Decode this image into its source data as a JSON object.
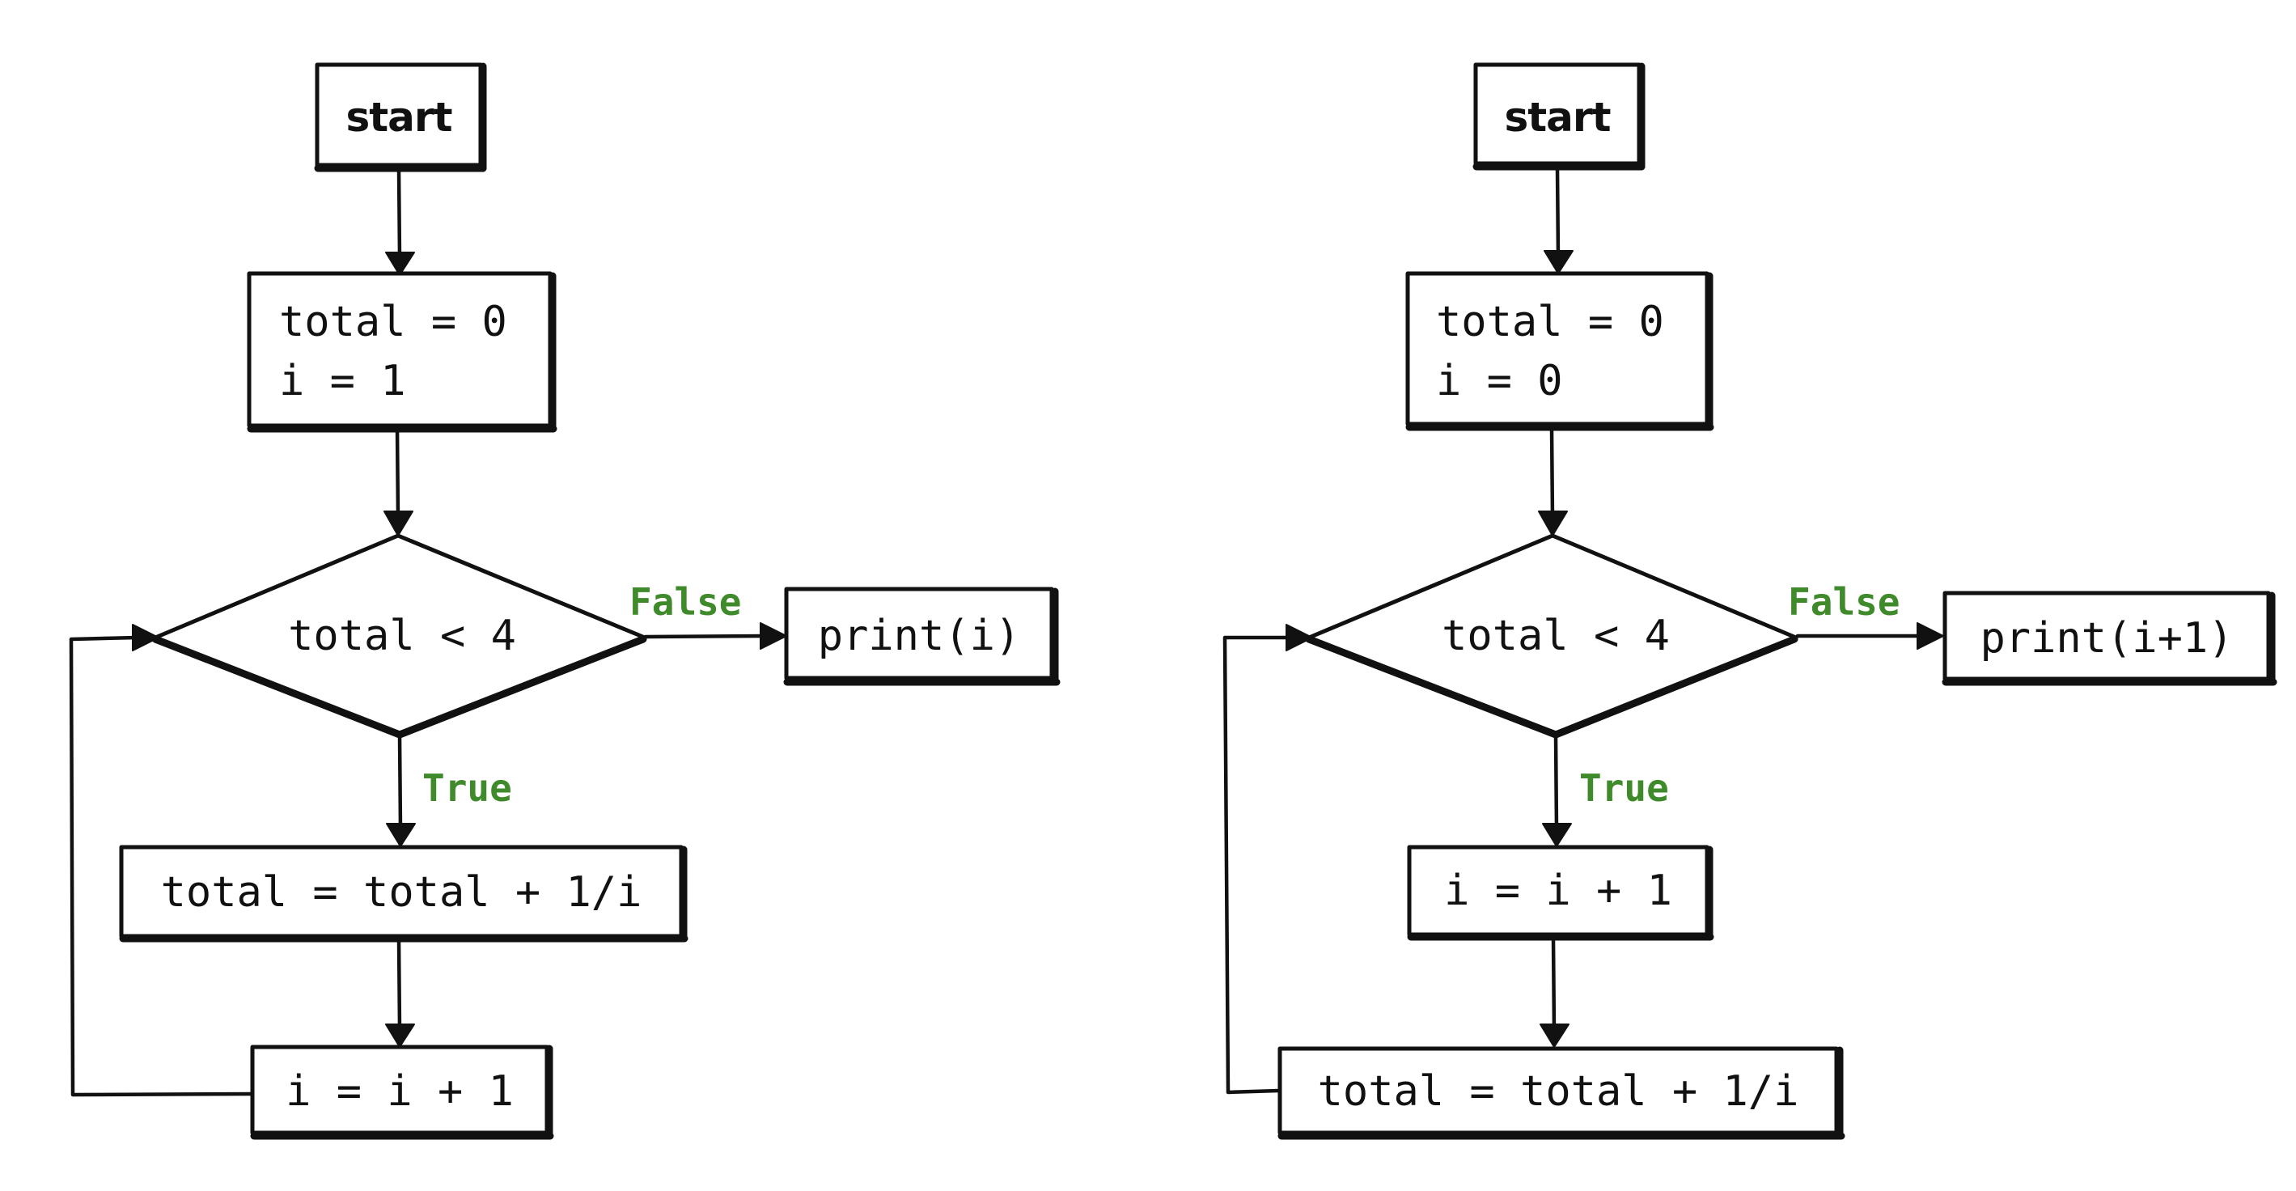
{
  "colors": {
    "ink": "#111111",
    "branch_label": "#3f8a2a",
    "background": "#ffffff"
  },
  "flowcharts": [
    {
      "start": "start",
      "init": [
        "total = 0",
        "i = 1"
      ],
      "condition": "total < 4",
      "false_label": "False",
      "false_output": "print(i)",
      "true_label": "True",
      "step_1": "total = total + 1/i",
      "step_2": "i = i + 1"
    },
    {
      "start": "start",
      "init": [
        "total = 0",
        "i = 0"
      ],
      "condition": "total < 4",
      "false_label": "False",
      "false_output": "print(i+1)",
      "true_label": "True",
      "step_1": "i = i + 1",
      "step_2": "total = total + 1/i"
    }
  ]
}
